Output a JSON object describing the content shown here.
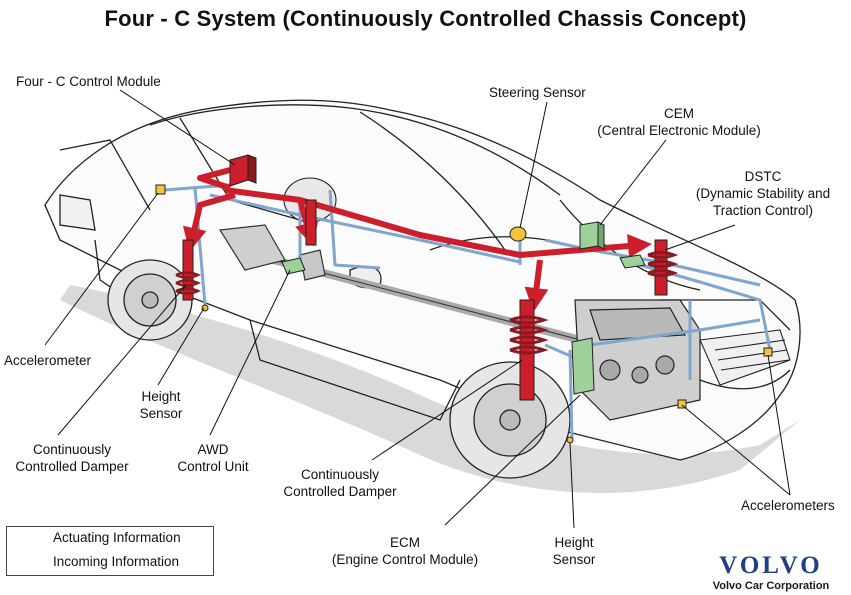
{
  "title": "Four - C System (Continuously Controlled Chassis Concept)",
  "labels": {
    "control_module": "Four - C Control Module",
    "steering_sensor": "Steering Sensor",
    "cem_line1": "CEM",
    "cem_line2": "(Central Electronic Module)",
    "dstc_line1": "DSTC",
    "dstc_line2": "(Dynamic Stability and",
    "dstc_line3": "Traction Control)",
    "accelerometer": "Accelerometer",
    "height_rear_line1": "Height",
    "height_rear_line2": "Sensor",
    "damper_rear_line1": "Continuously",
    "damper_rear_line2": "Controlled Damper",
    "awd_line1": "AWD",
    "awd_line2": "Control Unit",
    "damper_front_line1": "Continuously",
    "damper_front_line2": "Controlled Damper",
    "ecm_line1": "ECM",
    "ecm_line2": "(Engine Control Module)",
    "height_front_line1": "Height",
    "height_front_line2": "Sensor",
    "accelerometers": "Accelerometers"
  },
  "legend": {
    "actuating": "Actuating Information",
    "incoming": "Incoming Information"
  },
  "brand": {
    "logo": "VOLVO",
    "company": "Volvo Car Corporation"
  },
  "colors": {
    "actuating": "#cc1f2b",
    "incoming": "#7fa6cc",
    "module_green": "#9ed19a",
    "sensor_yellow": "#f2c53a",
    "brand_blue": "#1f3f86"
  }
}
